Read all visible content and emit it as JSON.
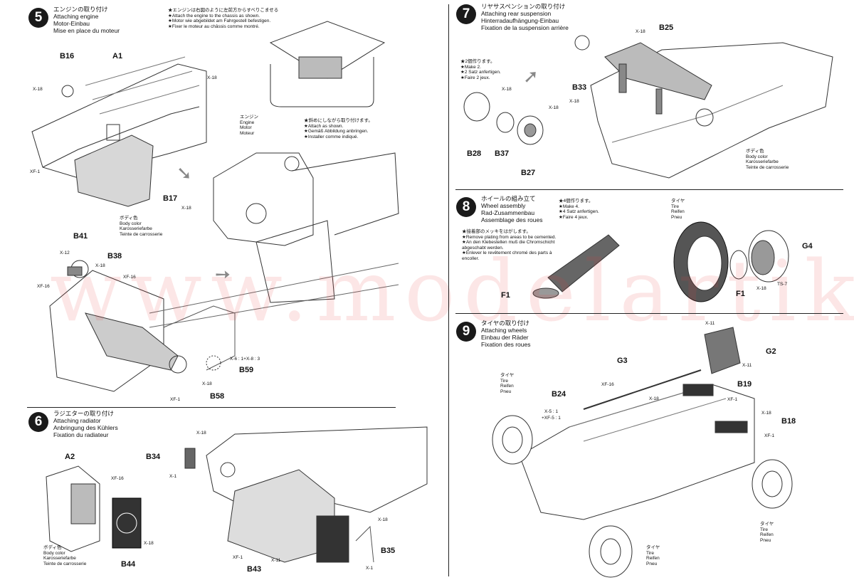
{
  "watermark": "www.modelartiki.cz",
  "steps": [
    {
      "number": "5",
      "title": [
        "エンジンの取り付け",
        "Attaching engine",
        "Motor-Einbau",
        "Mise en place du moteur"
      ],
      "note1": [
        "★エンジンは右図のように左前方からすべりこませる",
        "★Attach the engine to the chassis as shown.",
        "★Motor wie abgebildet am Fahrgestell befestigen.",
        "★Fixer le moteur au châssis comme montré."
      ],
      "engine_label": [
        "エンジン",
        "Engine",
        "Motor",
        "Moteur"
      ],
      "note2": [
        "★斜めにしながら取り付けます。",
        "★Attach as shown.",
        "★Gemäß Abbildung anbringen.",
        "★Installer comme indiqué."
      ],
      "body_color": [
        "ボディ色",
        "Body color",
        "Karosseriefarbe",
        "Teinte de carrosserie"
      ],
      "parts": {
        "b16": "B16",
        "a1": "A1",
        "b17": "B17",
        "b41": "B41",
        "b38": "B38",
        "b59": "B59",
        "b58": "B58"
      },
      "refs": {
        "x18": "X-18",
        "xf1": "XF-1",
        "x12": "X-12",
        "xf16": "XF-16",
        "x6mix": "X-6 : 1+X-8 : 3"
      }
    },
    {
      "number": "6",
      "title": [
        "ラジエターの取り付け",
        "Attaching radiator",
        "Anbringung des Kühlers",
        "Fixation du radiateur"
      ],
      "body_color": [
        "ボディ色",
        "Body color",
        "Karosseriefarbe",
        "Teinte de carrosserie"
      ],
      "parts": {
        "a2": "A2",
        "b44": "B44",
        "b34": "B34",
        "b43": "B43",
        "b35": "B35"
      },
      "refs": {
        "xf16": "XF-16",
        "x18": "X-18",
        "x1": "X-1",
        "xf1": "XF-1",
        "x11": "X-11"
      }
    },
    {
      "number": "7",
      "title": [
        "リヤサスペンションの取り付け",
        "Attaching rear suspension",
        "Hinterradaufhängung-Einbau",
        "Fixation de la suspension arrière"
      ],
      "make": [
        "★2個作ります。",
        "★Make 2.",
        "★2 Satz anfertigen.",
        "★Faire 2 jeux."
      ],
      "body_color": [
        "ボディ色",
        "Body color",
        "Karosseriefarbe",
        "Teinte de carrosserie"
      ],
      "parts": {
        "b25": "B25",
        "b33": "B33",
        "b28": "B28",
        "b37": "B37",
        "b27": "B27"
      },
      "refs": {
        "x18": "X-18"
      }
    },
    {
      "number": "8",
      "title": [
        "ホイールの組み立て",
        "Wheel assembly",
        "Rad-Zusammenbau",
        "Assemblage des roues"
      ],
      "make": [
        "★4個作ります。",
        "★Make 4.",
        "★4 Satz anfertigen.",
        "★Faire 4 jeux."
      ],
      "plating": [
        "★接着部のメッキをはがします。",
        "★Remove plating from areas to be cemented.",
        "★An den Klebestellen muß die Chromschicht",
        "abgeschabt werden.",
        "★Enlever le revêtement chromé des parts à",
        "encoller."
      ],
      "tire": [
        "タイヤ",
        "Tire",
        "Reifen",
        "Pneu"
      ],
      "parts": {
        "f1a": "F1",
        "f1b": "F1",
        "g4": "G4"
      },
      "refs": {
        "x18": "X-18",
        "ts7": "TS-7"
      }
    },
    {
      "number": "9",
      "title": [
        "タイヤの取り付け",
        "Attaching wheels",
        "Einbau der Räder",
        "Fixation des roues"
      ],
      "tire": [
        "タイヤ",
        "Tire",
        "Reifen",
        "Pneu"
      ],
      "parts": {
        "g3": "G3",
        "g2": "G2",
        "b19": "B19",
        "b24": "B24",
        "b18": "B18"
      },
      "refs": {
        "x11": "X-11",
        "xf16": "XF-16",
        "x18": "X-18",
        "xf1": "XF-1",
        "x5mix": "X-5 : 1",
        "xf5mix": "+XF-5 : 1"
      }
    }
  ]
}
